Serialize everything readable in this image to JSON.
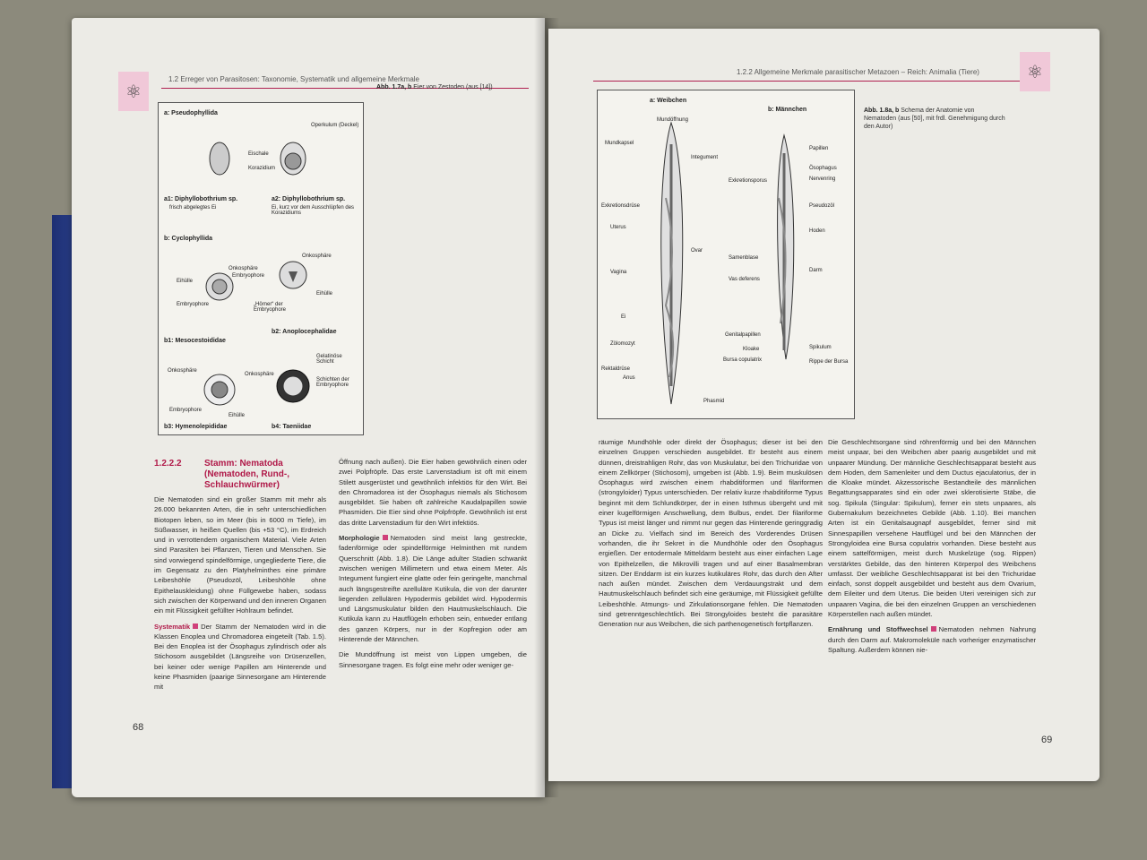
{
  "left_page": {
    "header": "1.2 Erreger von Parasitosen: Taxonomie, Systematik und allgemeine Merkmale",
    "figure_caption": {
      "ref": "Abb. 1.7a, b",
      "text": "Eier von Zestoden (aus [14])"
    },
    "figure": {
      "a": "a: Pseudophyllida",
      "opercul": "Operkulum (Deckel)",
      "eischale": "Eischale",
      "koraz": "Korazidium",
      "a1": "a1: Diphyllobothrium sp.",
      "a1sub": "frisch abgelegtes Ei",
      "a2": "a2: Diphyllobothrium sp.",
      "a2sub": "Ei, kurz vor dem Ausschlüpfen des Korazidiums",
      "b": "b: Cyclophyllida",
      "onko": "Onkosphäre",
      "eihuelle": "Eihülle",
      "embryo": "Embryophore",
      "hoerner": "„Hörner“ der Embryophore",
      "b1": "b1: Mesocestoididae",
      "b2": "b2: Anoplocephalidae",
      "gelat": "Gelatinöse Schicht",
      "schichten": "Schichten der Embryophore",
      "b3": "b3: Hymenolepididae",
      "b4": "b4: Taeniidae"
    },
    "section_num": "1.2.2.2",
    "section_title": "Stamm: Nematoda (Nematoden, Rund-, Schlauchwürmer)",
    "col1_p1": "Die Nematoden sind ein großer Stamm mit mehr als 26.000 bekannten Arten, die in sehr unterschiedlichen Biotopen leben, so im Meer (bis in 6000 m Tiefe), im Süßwasser, in heißen Quellen (bis +53 °C), im Erdreich und in verrottendem organischem Material. Viele Arten sind Parasiten bei Pflanzen, Tieren und Menschen. Sie sind vorwiegend spindelförmige, ungegliederte Tiere, die im Gegensatz zu den Platyhelminthes eine primäre Leibeshöhle (Pseudozöl, Leibeshöhle ohne Epithelauskleidung) ohne Füllgewebe haben, sodass sich zwischen der Körperwand und den inneren Organen ein mit Flüssigkeit gefüllter Hohlraum befindet.",
    "col1_kw": "Systematik",
    "col1_p2": "Der Stamm der Nematoden wird in die Klassen Enoplea und Chromadorea eingeteilt (Tab. 1.5). Bei den Enoplea ist der Ösophagus zylindrisch oder als Stichosom ausgebildet (Längsreihe von Drüsenzellen, bei keiner oder wenige Papillen am Hinterende und keine Phasmiden (paarige Sinnesorgane am Hinterende mit",
    "col2_p1": "Öffnung nach außen). Die Eier haben gewöhnlich einen oder zwei Polpfröpfe. Das erste Larvenstadium ist oft mit einem Stilett ausgerüstet und gewöhnlich infektiös für den Wirt. Bei den Chromadorea ist der Ösophagus niemals als Stichosom ausgebildet. Sie haben oft zahlreiche Kaudalpapillen sowie Phasmiden. Die Eier sind ohne Polpfröpfe. Gewöhnlich ist erst das dritte Larvenstadium für den Wirt infektiös.",
    "col2_kw": "Morphologie",
    "col2_p2": "Nematoden sind meist lang gestreckte, fadenförmige oder spindelförmige Helminthen mit rundem Querschnitt (Abb. 1.8). Die Länge adulter Stadien schwankt zwischen wenigen Millimetern und etwa einem Meter. Als Integument fungiert eine glatte oder fein geringelte, manchmal auch längsgestreifte azelluläre Kutikula, die von der darunter liegenden zellulären Hypodermis gebildet wird. Hypodermis und Längsmuskulatur bilden den Hautmuskelschlauch. Die Kutikula kann zu Hautflügeln erhoben sein, entweder entlang des ganzen Körpers, nur in der Kopfregion oder am Hinterende der Männchen.",
    "col2_p3": "Die Mundöffnung ist meist von Lippen umgeben, die Sinnesorgane tragen. Es folgt eine mehr oder weniger ge-",
    "page_number": "68"
  },
  "right_page": {
    "header": "1.2.2 Allgemeine Merkmale parasitischer Metazoen – Reich: Animalia (Tiere)",
    "figure_caption": {
      "ref": "Abb. 1.8a, b",
      "text": "Schema der Anatomie von Nematoden (aus [50], mit frdl. Genehmigung durch den Autor)"
    },
    "figure": {
      "a": "a: Weibchen",
      "b": "b: Männchen",
      "left_labels": [
        "Mundöffnung",
        "Mundkapsel",
        "Integument",
        "Exkretionsdrüse",
        "Uterus",
        "Ovar",
        "Vagina",
        "Ei",
        "Zölomozyt",
        "Rektaldrüse",
        "Anus",
        "Phasmid"
      ],
      "right_labels": [
        "Papillen",
        "Ösophagus",
        "Nervenring",
        "Exkretionsporus",
        "Pseudozöl",
        "Hoden",
        "Samenblase",
        "Darm",
        "Vas deferens",
        "Genitalpapillen",
        "Kloake",
        "Spikulum",
        "Bursa copulatrix",
        "Rippe der Bursa"
      ]
    },
    "col1": "räumige Mundhöhle oder direkt der Ösophagus; dieser ist bei den einzelnen Gruppen verschieden ausgebildet. Er besteht aus einem dünnen, dreistrahligen Rohr, das von Muskulatur, bei den Trichuridae von einem Zellkörper (Stichosom), umgeben ist (Abb. 1.9). Beim muskulösen Ösophagus wird zwischen einem rhabditiformen und filariformen (strongyloider) Typus unterschieden. Der relativ kurze rhabditiforme Typus beginnt mit dem Schlundkörper, der in einen Isthmus übergeht und mit einer kugelförmigen Anschwellung, dem Bulbus, endet. Der filariforme Typus ist meist länger und nimmt nur gegen das Hinterende geringgradig an Dicke zu. Vielfach sind im Bereich des Vorderendes Drüsen vorhanden, die ihr Sekret in die Mundhöhle oder den Ösophagus ergießen. Der entodermale Mitteldarm besteht aus einer einfachen Lage von Epithelzellen, die Mikrovilli tragen und auf einer Basalmembran sitzen. Der Enddarm ist ein kurzes kutikuläres Rohr, das durch den After nach außen mündet. Zwischen dem Verdauungstrakt und dem Hautmuskelschlauch befindet sich eine geräumige, mit Flüssigkeit gefüllte Leibeshöhle. Atmungs- und Zirkulationsorgane fehlen. Die Nematoden sind getrenntgeschlechtlich. Bei Strongyloides besteht die parasitäre Generation nur aus Weibchen, die sich parthenogenetisch fortpflanzen.",
    "col2_p1": "Die Geschlechtsorgane sind röhrenförmig und bei den Männchen meist unpaar, bei den Weibchen aber paarig ausgebildet und mit unpaarer Mündung. Der männliche Geschlechtsapparat besteht aus dem Hoden, dem Samenleiter und dem Ductus ejaculatorius, der in die Kloake mündet. Akzessorische Bestandteile des männlichen Begattungsapparates sind ein oder zwei sklerotisierte Stäbe, die sog. Spikula (Singular: Spikulum), ferner ein stets unpaares, als Gubernakulum bezeichnetes Gebilde (Abb. 1.10). Bei manchen Arten ist ein Genitalsaugnapf ausgebildet, ferner sind mit Sinnespapillen versehene Hautflügel und bei den Männchen der Strongyloidea eine Bursa copulatrix vorhanden. Diese besteht aus einem sattelförmigen, meist durch Muskelzüge (sog. Rippen) verstärktes Gebilde, das den hinteren Körperpol des Weibchens umfasst. Der weibliche Geschlechtsapparat ist bei den Trichuridae einfach, sonst doppelt ausgebildet und besteht aus dem Ovarium, dem Eileiter und dem Uterus. Die beiden Uteri vereinigen sich zur unpaaren Vagina, die bei den einzelnen Gruppen an verschiedenen Körperstellen nach außen mündet.",
    "col2_kw": "Ernährung und Stoffwechsel",
    "col2_p2": "Nematoden nehmen Nahrung durch den Darm auf. Makromoleküle nach vorheriger enzymatischer Spaltung. Außerdem können nie-",
    "page_number": "69"
  },
  "colors": {
    "accent": "#b01848",
    "page": "#ecebe6",
    "cover": "#1d2f73"
  }
}
